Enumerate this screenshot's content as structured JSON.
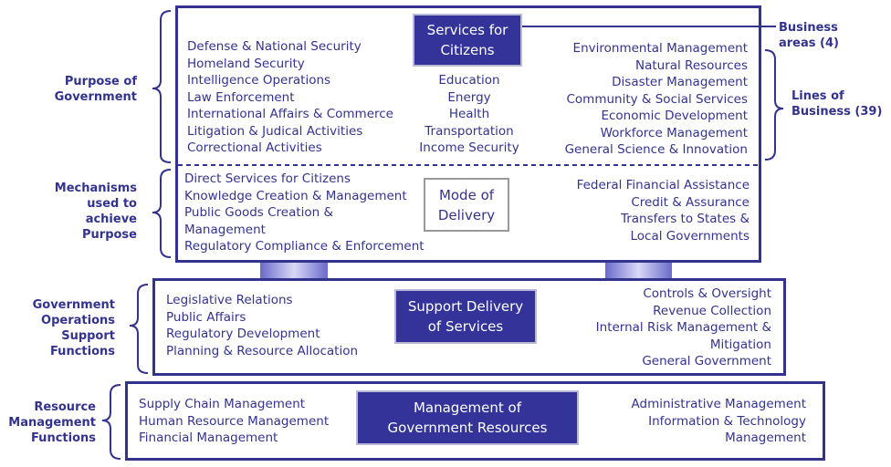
{
  "services": {
    "title": "Services for Citizens",
    "left": [
      "Defense & National Security",
      "Homeland Security",
      "Intelligence Operations",
      "Law Enforcement",
      "International Affairs & Commerce",
      "Litigation & Judical Activities",
      "Correctional Activities"
    ],
    "center": [
      "Education",
      "Energy",
      "Health",
      "Transportation",
      "Income Security"
    ],
    "right": [
      "Environmental Management",
      "Natural Resources",
      "Disaster Management",
      "Community & Social Services",
      "Economic Development",
      "Workforce Management",
      "General Science & Innovation"
    ]
  },
  "delivery": {
    "title": "Mode of Delivery",
    "left": [
      "Direct Services for Citizens",
      "Knowledge Creation & Management",
      "Public Goods Creation &",
      "Management",
      "Regulatory Compliance & Enforcement"
    ],
    "right": [
      "Federal Financial Assistance",
      "Credit & Assurance",
      "Transfers to States &",
      "Local Governments"
    ]
  },
  "support": {
    "title": "Support Delivery of Services",
    "left": [
      "Legislative Relations",
      "Public Affairs",
      "Regulatory Development",
      "Planning & Resource Allocation"
    ],
    "right": [
      "Controls & Oversight",
      "Revenue Collection",
      "Internal Risk Management &",
      "Mitigation",
      "General Government"
    ]
  },
  "management": {
    "title": "Management of Government Resources",
    "left": [
      "Supply Chain Management",
      "Human Resource Management",
      "Financial Management"
    ],
    "right": [
      "Administrative Management",
      "Information & Technology",
      "Management"
    ]
  },
  "side_labels": {
    "purpose": "Purpose of Government",
    "mechanisms": "Mechanisms used to achieve Purpose",
    "operations": "Government Operations Support Functions",
    "resource": "Resource Management Functions",
    "business_areas": "Business areas (4)",
    "lines_of_business": "Lines of Business (39)"
  },
  "colors": {
    "primary": "#33338f",
    "fill": "#33339a"
  }
}
